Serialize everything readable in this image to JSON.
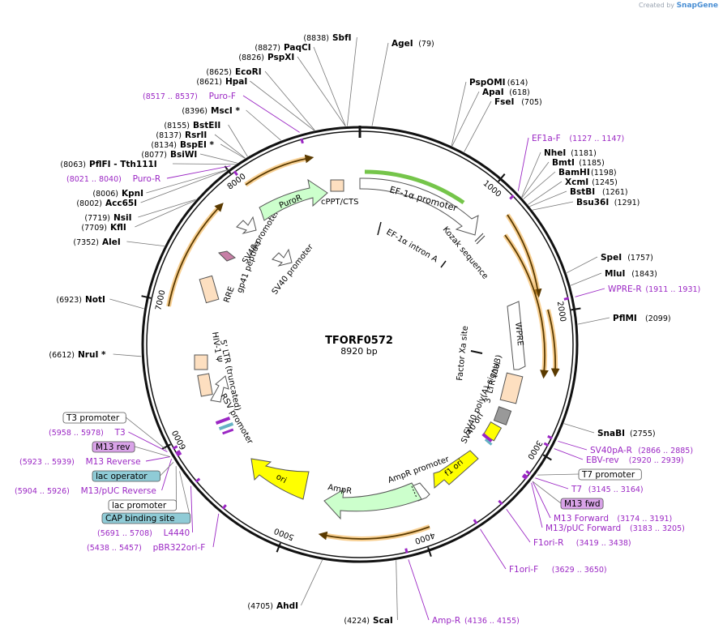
{
  "credit": {
    "prefix": "Created by",
    "brand": "SnapGene"
  },
  "plasmid": {
    "name": "TFORF0572",
    "length_label": "8920 bp",
    "total_bp": 8920
  },
  "ticks": [
    {
      "bp": 1000,
      "label": "1000"
    },
    {
      "bp": 2000,
      "label": "2000"
    },
    {
      "bp": 3000,
      "label": "3000"
    },
    {
      "bp": 4000,
      "label": "4000"
    },
    {
      "bp": 5000,
      "label": "5000"
    },
    {
      "bp": 6000,
      "label": "6000"
    },
    {
      "bp": 7000,
      "label": "7000"
    },
    {
      "bp": 8000,
      "label": "8000"
    }
  ],
  "colors": {
    "primer": "#9b27c4",
    "enzyme": "#000000",
    "orf": "#f2a93b",
    "ampr": "#ccffcc",
    "ori": "#ffff00",
    "ltr": "#fddfc0",
    "puror": "#ccffcc",
    "ef1a": "#5dbb2a"
  },
  "enzymes": [
    {
      "name": "SbfI",
      "pos": "(8838)",
      "bp": 8838
    },
    {
      "name": "PaqCI",
      "pos": "(8827)",
      "bp": 8827
    },
    {
      "name": "PspXI",
      "pos": "(8826)",
      "bp": 8826
    },
    {
      "name": "EcoRI",
      "pos": "(8625)",
      "bp": 8625
    },
    {
      "name": "HpaI",
      "pos": "(8621)",
      "bp": 8621
    },
    {
      "name": "MscI *",
      "pos": "(8396)",
      "bp": 8396
    },
    {
      "name": "BstEII",
      "pos": "(8155)",
      "bp": 8155
    },
    {
      "name": "RsrII",
      "pos": "(8137)",
      "bp": 8137
    },
    {
      "name": "BspEI *",
      "pos": "(8134)",
      "bp": 8134
    },
    {
      "name": "BsiWI",
      "pos": "(8077)",
      "bp": 8077
    },
    {
      "name": "PflFI - Tth111I",
      "pos": "(8063)",
      "bp": 8063
    },
    {
      "name": "KpnI",
      "pos": "(8006)",
      "bp": 8006
    },
    {
      "name": "Acc65I",
      "pos": "(8002)",
      "bp": 8002
    },
    {
      "name": "NsiI",
      "pos": "(7719)",
      "bp": 7719
    },
    {
      "name": "KflI",
      "pos": "(7709)",
      "bp": 7709
    },
    {
      "name": "AleI",
      "pos": "(7352)",
      "bp": 7352
    },
    {
      "name": "NotI",
      "pos": "(6923)",
      "bp": 6923
    },
    {
      "name": "NruI *",
      "pos": "(6612)",
      "bp": 6612
    },
    {
      "name": "AhdI",
      "pos": "(4705)",
      "bp": 4705
    },
    {
      "name": "ScaI",
      "pos": "(4224)",
      "bp": 4224
    },
    {
      "name": "SnaBI",
      "pos": "(2755)",
      "bp": 2755
    },
    {
      "name": "PflMI",
      "pos": "(2099)",
      "bp": 2099
    },
    {
      "name": "MluI",
      "pos": "(1843)",
      "bp": 1843
    },
    {
      "name": "SpeI",
      "pos": "(1757)",
      "bp": 1757
    },
    {
      "name": "Bsu36I",
      "pos": "(1291)",
      "bp": 1291
    },
    {
      "name": "BstBI",
      "pos": "(1261)",
      "bp": 1261
    },
    {
      "name": "XcmI",
      "pos": "(1245)",
      "bp": 1245
    },
    {
      "name": "BamHI",
      "pos": "(1198)",
      "bp": 1198
    },
    {
      "name": "BmtI",
      "pos": "(1185)",
      "bp": 1185
    },
    {
      "name": "NheI",
      "pos": "(1181)",
      "bp": 1181
    },
    {
      "name": "FseI",
      "pos": "(705)",
      "bp": 705
    },
    {
      "name": "ApaI",
      "pos": "(618)",
      "bp": 618
    },
    {
      "name": "PspOMI",
      "pos": "(614)",
      "bp": 614
    },
    {
      "name": "AgeI",
      "pos": "(79)",
      "bp": 79
    }
  ],
  "primers": [
    {
      "name": "Puro-F",
      "pos": "(8517 .. 8537)",
      "bp": 8527
    },
    {
      "name": "Puro-R",
      "pos": "(8021 .. 8040)",
      "bp": 8030
    },
    {
      "name": "EF1a-F",
      "pos": "(1127 .. 1147)",
      "bp": 1137
    },
    {
      "name": "WPRE-R",
      "pos": "(1911 .. 1931)",
      "bp": 1921
    },
    {
      "name": "SV40pA-R",
      "pos": "(2866 .. 2885)",
      "bp": 2875
    },
    {
      "name": "EBV-rev",
      "pos": "(2920 .. 2939)",
      "bp": 2929
    },
    {
      "name": "T7",
      "pos": "(3145 .. 3164)",
      "bp": 3154
    },
    {
      "name": "M13 Forward",
      "pos": "(3174 .. 3191)",
      "bp": 3182
    },
    {
      "name": "M13/pUC Forward",
      "pos": "(3183 .. 3205)",
      "bp": 3194
    },
    {
      "name": "F1ori-R",
      "pos": "(3419 .. 3438)",
      "bp": 3428
    },
    {
      "name": "F1ori-F",
      "pos": "(3629 .. 3650)",
      "bp": 3640
    },
    {
      "name": "Amp-R",
      "pos": "(4136 .. 4155)",
      "bp": 4145
    },
    {
      "name": "pBR322ori-F",
      "pos": "(5438 .. 5457)",
      "bp": 5447
    },
    {
      "name": "L4440",
      "pos": "(5691 .. 5708)",
      "bp": 5700
    },
    {
      "name": "M13/pUC Reverse",
      "pos": "(5904 .. 5926)",
      "bp": 5915
    },
    {
      "name": "M13 Reverse",
      "pos": "(5923 .. 5939)",
      "bp": 5931
    },
    {
      "name": "T3",
      "pos": "(5958 .. 5978)",
      "bp": 5968
    }
  ],
  "boxed_labels": [
    {
      "name": "T7 promoter",
      "bp": 3130
    },
    {
      "name": "M13 fwd",
      "bp": 3182
    },
    {
      "name": "T3 promoter",
      "bp": 5985
    },
    {
      "name": "M13 rev",
      "bp": 5931
    },
    {
      "name": "lac operator",
      "bp": 5890
    },
    {
      "name": "lac promoter",
      "bp": 5860
    },
    {
      "name": "CAP binding site",
      "bp": 5820
    }
  ],
  "features": {
    "ef1a_promoter": "EF-1α promoter",
    "ef1a_intron": "EF-1α intron A",
    "kozak": "Kozak sequence",
    "wpre": "WPRE",
    "factor_xa": "Factor Xa site",
    "ltr3": "3' LTR (ΔU3)",
    "sv40_polya": "SV40 poly(A) signal",
    "sv40_ori": "SV40 ori",
    "f1_ori": "f1 ori",
    "ampr_promoter": "AmpR promoter",
    "ampr": "AmpR",
    "ori": "ori",
    "rsv_promoter": "RSV promoter",
    "ltr5": "5' LTR (truncated)",
    "hiv_psi": "HIV-1 Ψ",
    "rre": "RRE",
    "gp41": "gp41 peptide",
    "sv40_promoter_1": "SV40 promoter",
    "sv40_promoter_2": "SV40 promoter",
    "puror": "PuroR",
    "cppt": "cPPT/CTS"
  }
}
